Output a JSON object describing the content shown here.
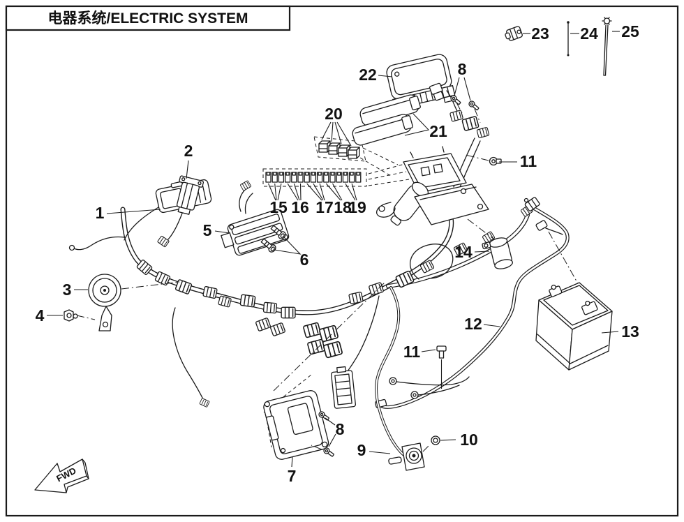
{
  "page": {
    "title": "电器系统/ELECTRIC SYSTEM",
    "fwd_marker": "FWD"
  },
  "colors": {
    "ink": "#1a1a1a",
    "background": "#ffffff"
  },
  "callouts": {
    "c1": "1",
    "c2": "2",
    "c3": "3",
    "c4": "4",
    "c5": "5",
    "c6": "6",
    "c7": "7",
    "c8_top": "8",
    "c8_bottom": "8",
    "c9": "9",
    "c10": "10",
    "c11_top": "11",
    "c11_bottom": "11",
    "c12": "12",
    "c13": "13",
    "c14": "14",
    "c15": "15",
    "c16": "16",
    "c17": "17",
    "c18": "18",
    "c19": "19",
    "c20": "20",
    "c21": "21",
    "c22": "22",
    "c23": "23",
    "c24": "24",
    "c25": "25"
  }
}
